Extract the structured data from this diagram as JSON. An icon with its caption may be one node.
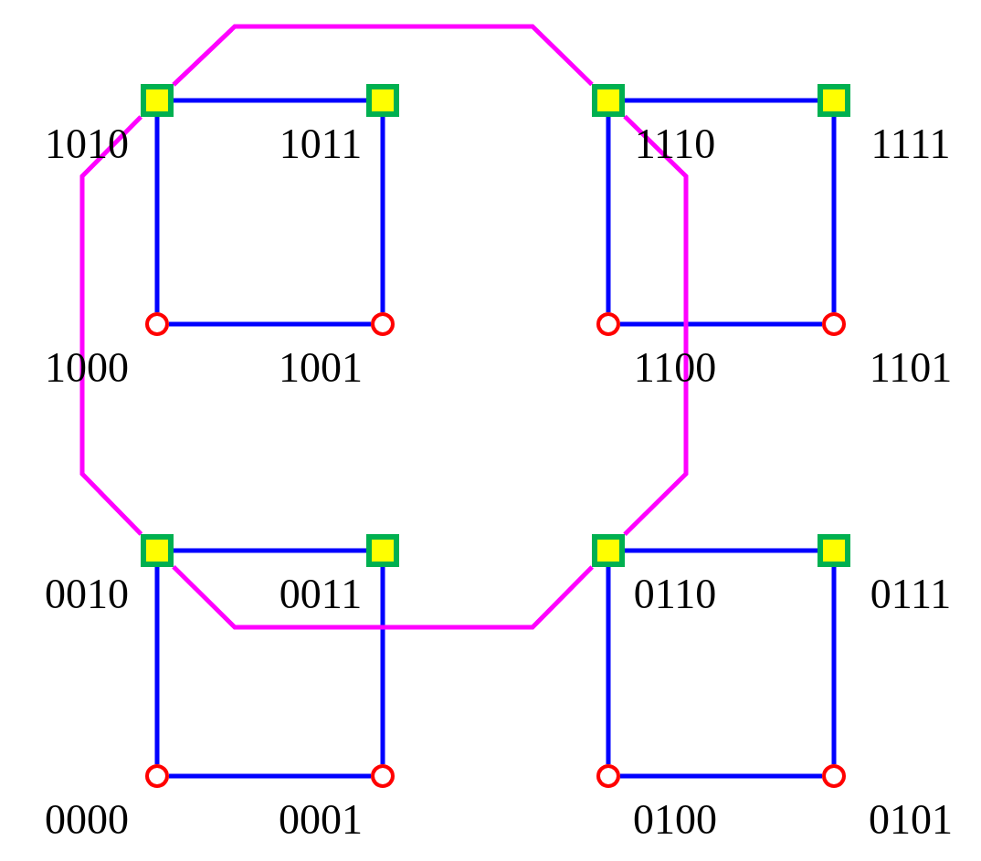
{
  "diagram": {
    "nodes": [
      {
        "text": [],
        "shape": "box",
        "beside": [
          "1010"
        ]
      },
      {
        "text": [],
        "shape": "box",
        "beside": [
          "1011"
        ]
      },
      {
        "text": [],
        "shape": "box",
        "beside": [
          "1110"
        ]
      },
      {
        "text": [],
        "shape": "box",
        "beside": [
          "1111"
        ]
      },
      {
        "text": [],
        "shape": "circle",
        "beside": [
          "1000"
        ]
      },
      {
        "text": [],
        "shape": "circle",
        "beside": [
          "1001"
        ]
      },
      {
        "text": [],
        "shape": "circle",
        "beside": [
          "1100"
        ]
      },
      {
        "text": [],
        "shape": "circle",
        "beside": [
          "1101"
        ]
      },
      {
        "text": [],
        "shape": "box",
        "beside": [
          "0010"
        ]
      },
      {
        "text": [],
        "shape": "box",
        "beside": [
          "0011"
        ]
      },
      {
        "text": [],
        "shape": "box",
        "beside": [
          "0110"
        ]
      },
      {
        "text": [],
        "shape": "box",
        "beside": [
          "0111"
        ]
      },
      {
        "text": [],
        "shape": "circle",
        "beside": [
          "0000"
        ]
      },
      {
        "text": [],
        "shape": "circle",
        "beside": [
          "0001"
        ]
      },
      {
        "text": [],
        "shape": "circle",
        "beside": [
          "0100"
        ]
      },
      {
        "text": [],
        "shape": "circle",
        "beside": [
          "0101"
        ]
      }
    ],
    "edges": [
      {
        "from": 0,
        "to": 1,
        "arrow": "none"
      },
      {
        "from": 0,
        "to": 4,
        "arrow": "none"
      },
      {
        "from": 1,
        "to": 5,
        "arrow": "none"
      },
      {
        "from": 4,
        "to": 5,
        "arrow": "none"
      },
      {
        "from": 2,
        "to": 3,
        "arrow": "none"
      },
      {
        "from": 2,
        "to": 6,
        "arrow": "none"
      },
      {
        "from": 3,
        "to": 7,
        "arrow": "none"
      },
      {
        "from": 6,
        "to": 7,
        "arrow": "none"
      },
      {
        "from": 8,
        "to": 9,
        "arrow": "none"
      },
      {
        "from": 8,
        "to": 12,
        "arrow": "none"
      },
      {
        "from": 9,
        "to": 13,
        "arrow": "none"
      },
      {
        "from": 12,
        "to": 13,
        "arrow": "none"
      },
      {
        "from": 10,
        "to": 11,
        "arrow": "none"
      },
      {
        "from": 10,
        "to": 14,
        "arrow": "none"
      },
      {
        "from": 11,
        "to": 15,
        "arrow": "none"
      },
      {
        "from": 14,
        "to": 15,
        "arrow": "none"
      },
      {
        "from": 0,
        "to": 2,
        "arrow": "none",
        "color": "#ff00ff"
      },
      {
        "from": 2,
        "to": 10,
        "arrow": "none",
        "color": "#ff00ff"
      },
      {
        "from": 10,
        "to": 8,
        "arrow": "none",
        "color": "#ff00ff"
      },
      {
        "from": 8,
        "to": 0,
        "arrow": "none",
        "color": "#ff00ff"
      }
    ]
  }
}
